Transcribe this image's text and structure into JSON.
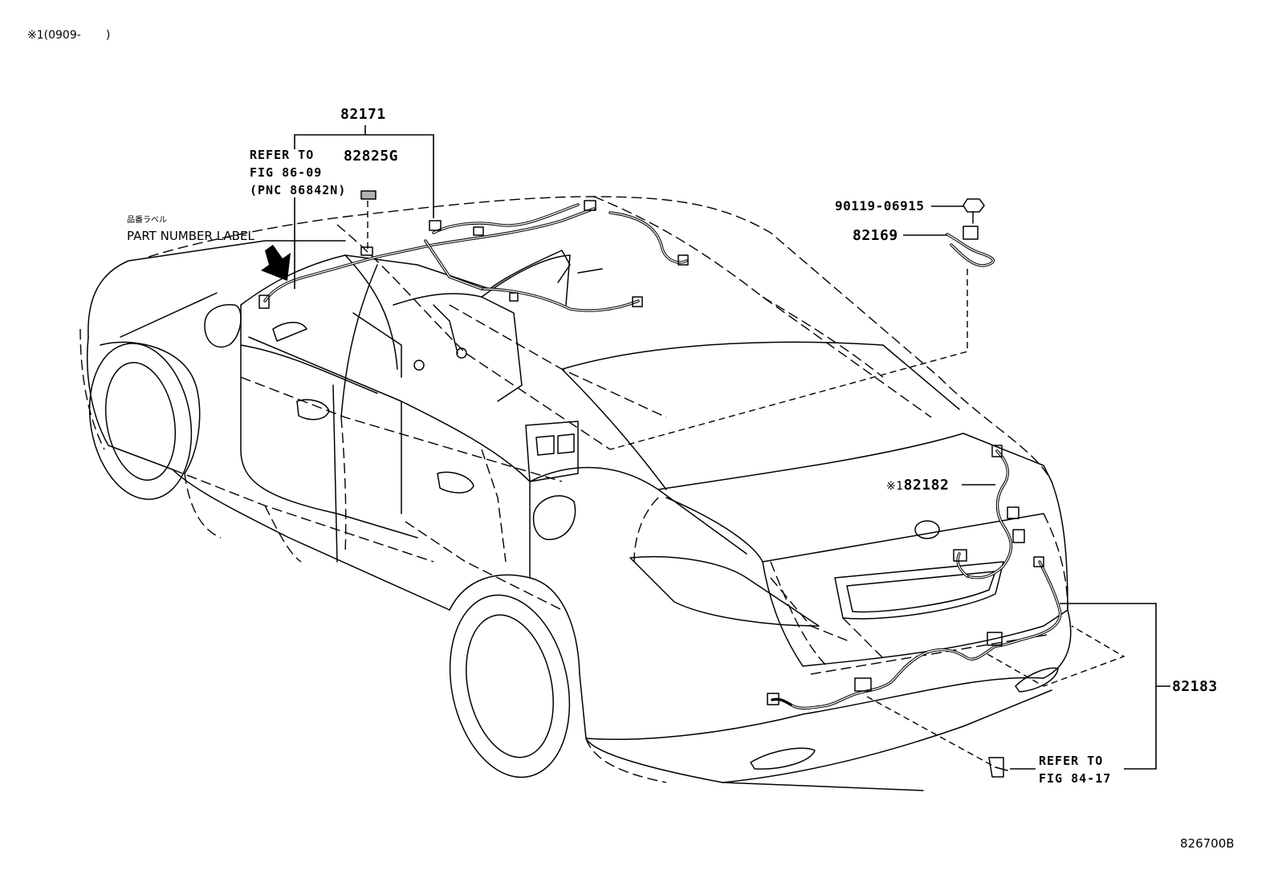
{
  "header": {
    "note_mark": "※1",
    "note_range": "(0909-       )"
  },
  "labels": {
    "p82171": "82171",
    "p82825g": "82825G",
    "ref1_line1": "REFER TO",
    "ref1_line2": "FIG 86-09",
    "ref1_line3": "(PNC 86842N)",
    "jp_label": "品番ラベル",
    "part_number_label": "PART NUMBER LABEL",
    "p90119": "90119-06915",
    "p82169": "82169",
    "p82182_mark": "※1",
    "p82182": "82182",
    "p82183": "82183",
    "ref2_line1": "REFER TO",
    "ref2_line2": "FIG 84-17"
  },
  "footer": {
    "figure_code": "826700B"
  }
}
